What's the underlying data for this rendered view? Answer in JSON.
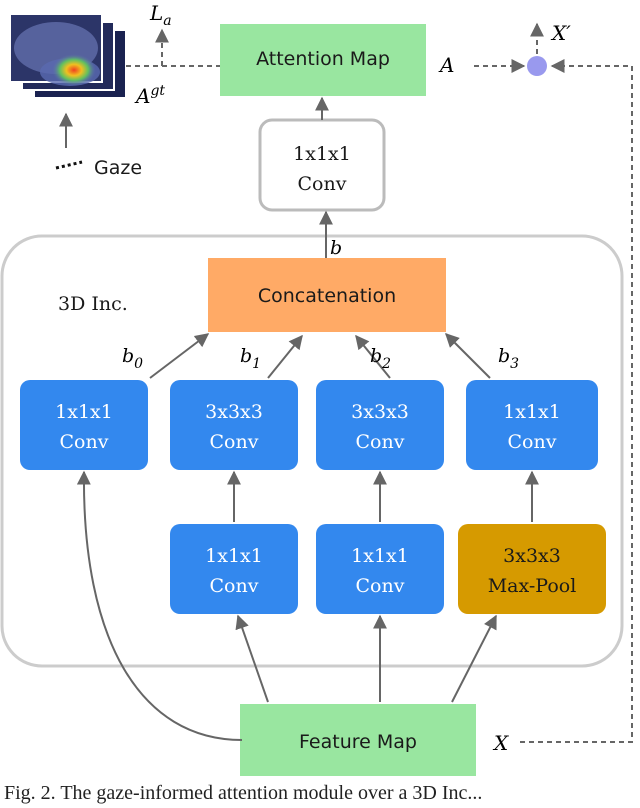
{
  "nodes": {
    "attention_map": "Attention Map",
    "conv_top": [
      "1x1x1",
      "Conv"
    ],
    "concatenation": "Concatenation",
    "module": "3D Inc.",
    "branch0_conv": [
      "1x1x1",
      "Conv"
    ],
    "branch1_conv": [
      "3x3x3",
      "Conv"
    ],
    "branch2_conv": [
      "3x3x3",
      "Conv"
    ],
    "branch3_conv": [
      "1x1x1",
      "Conv"
    ],
    "branch1_reduce": [
      "1x1x1",
      "Conv"
    ],
    "branch2_reduce": [
      "1x1x1",
      "Conv"
    ],
    "maxpool": [
      "3x3x3",
      "Max-Pool"
    ],
    "feature_map": "Feature Map"
  },
  "symbols": {
    "loss": "L",
    "loss_sub": "a",
    "gt": "A",
    "gt_sup": "gt",
    "attention": "A",
    "output": "X′",
    "input": "X",
    "concat_out": "b",
    "b0": "b",
    "b0_sub": "0",
    "b1": "b",
    "b1_sub": "1",
    "b2": "b",
    "b2_sub": "2",
    "b3": "b",
    "b3_sub": "3"
  },
  "legend": {
    "gaze": "Gaze"
  },
  "caption": "Fig. 2. The gaze-informed attention module over a 3D Inc..."
}
